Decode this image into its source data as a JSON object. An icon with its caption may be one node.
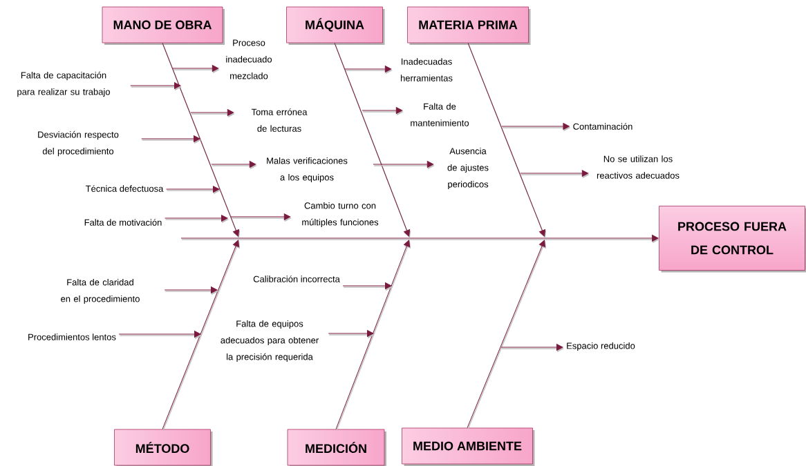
{
  "diagram": {
    "nodes": [
      {
        "text": [
          "MANO DE OBRA"
        ]
      },
      {
        "text": [
          "MÁQUINA"
        ]
      },
      {
        "text": [
          "MATERIA PRIMA"
        ]
      },
      {
        "text": [
          "PROCESO FUERA DE CONTROL"
        ]
      },
      {
        "text": [
          "MÉTODO"
        ]
      },
      {
        "text": [
          "MEDICIÓN"
        ]
      },
      {
        "text": [
          "MEDIO AMBIENTE"
        ]
      },
      {
        "text": [
          "Proceso inadecuado mezclado"
        ]
      },
      {
        "text": [
          "Falta de capacitación para realizar su trabajo"
        ]
      },
      {
        "text": [
          "Toma errónea de lecturas"
        ]
      },
      {
        "text": [
          "Desviación respecto del procedimiento"
        ]
      },
      {
        "text": [
          "Malas verificaciones a los equipos"
        ]
      },
      {
        "text": [
          "Técnica defectuosa"
        ]
      },
      {
        "text": [
          "Cambio turno con múltiples funciones"
        ]
      },
      {
        "text": [
          "Falta de motivación"
        ]
      },
      {
        "text": [
          "Inadecuadas herramientas"
        ]
      },
      {
        "text": [
          "Falta de mantenimiento"
        ]
      },
      {
        "text": [
          "Ausencia de ajustes periodicos"
        ]
      },
      {
        "text": [
          "Contaminación"
        ]
      },
      {
        "text": [
          "No se utilizan los reactivos adecuados"
        ]
      },
      {
        "text": [
          "Falta de claridad en el procedimiento"
        ]
      },
      {
        "text": [
          "Procedimientos lentos"
        ]
      },
      {
        "text": [
          "Calibración incorrecta"
        ]
      },
      {
        "text": [
          "Falta de equipos adecuados para obtener la precisión requerida"
        ]
      },
      {
        "text": [
          "Espacio reducido"
        ]
      }
    ],
    "edges": [
      {
        "from": null,
        "to": 3,
        "arrow": "to"
      },
      {
        "from": 0,
        "to": null,
        "arrow": "to"
      },
      {
        "from": 1,
        "to": null,
        "arrow": "to"
      },
      {
        "from": 2,
        "to": null,
        "arrow": "to"
      },
      {
        "from": 4,
        "to": null,
        "arrow": "to"
      },
      {
        "from": 5,
        "to": null,
        "arrow": "to"
      },
      {
        "from": 6,
        "to": null,
        "arrow": "to"
      },
      {
        "from": null,
        "to": 7,
        "arrow": "to"
      },
      {
        "from": 8,
        "to": null,
        "arrow": "to"
      },
      {
        "from": null,
        "to": 9,
        "arrow": "to"
      },
      {
        "from": 10,
        "to": null,
        "arrow": "to"
      },
      {
        "from": null,
        "to": 11,
        "arrow": "to"
      },
      {
        "from": 12,
        "to": null,
        "arrow": "to"
      },
      {
        "from": null,
        "to": 13,
        "arrow": "to"
      },
      {
        "from": 14,
        "to": null,
        "arrow": "to"
      },
      {
        "from": null,
        "to": 15,
        "arrow": "to"
      },
      {
        "from": null,
        "to": 16,
        "arrow": "to"
      },
      {
        "from": null,
        "to": 17,
        "arrow": "to"
      },
      {
        "from": null,
        "to": 18,
        "arrow": "to"
      },
      {
        "from": null,
        "to": 19,
        "arrow": "to"
      },
      {
        "from": 20,
        "to": null,
        "arrow": "to"
      },
      {
        "from": 21,
        "to": null,
        "arrow": "to"
      },
      {
        "from": 22,
        "to": null,
        "arrow": "to"
      },
      {
        "from": 23,
        "to": null,
        "arrow": "to"
      },
      {
        "from": null,
        "to": 24,
        "arrow": "to"
      }
    ]
  }
}
